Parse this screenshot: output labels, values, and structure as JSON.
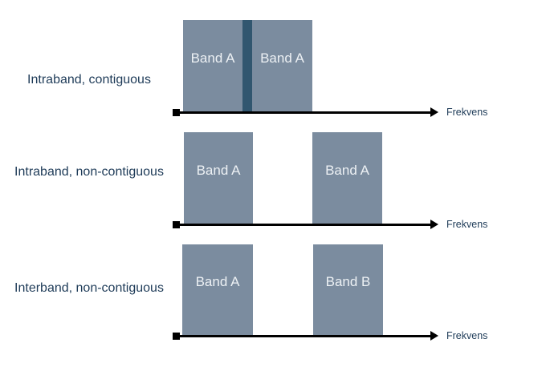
{
  "diagram": {
    "background": "#ffffff",
    "colors": {
      "band_fill": "#7b8c9f",
      "band_divider": "#31566f",
      "label_text": "#1e3b58",
      "band_text": "#edf1f4",
      "axis": "#000000"
    },
    "rows": [
      {
        "label": "Intraband, contiguous",
        "arrangement": "contiguous",
        "bands": [
          "Band A",
          "Band A"
        ],
        "axis_label": "Frekvens"
      },
      {
        "label": "Intraband, non-contiguous",
        "arrangement": "non-contiguous",
        "bands": [
          "Band A",
          "Band A"
        ],
        "axis_label": "Frekvens"
      },
      {
        "label": "Interband, non-contiguous",
        "arrangement": "non-contiguous",
        "bands": [
          "Band A",
          "Band B"
        ],
        "axis_label": "Frekvens"
      }
    ]
  }
}
